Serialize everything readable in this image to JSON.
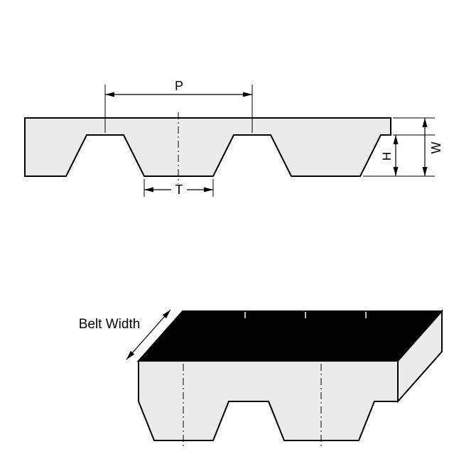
{
  "figure": {
    "labels": {
      "pitch": "P",
      "tooth_width": "T",
      "tooth_height": "H",
      "belt_thickness": "W",
      "belt_width": "Belt Width"
    },
    "colors": {
      "belt_fill": "#ebebeb",
      "top_face": "#000000",
      "line": "#000000",
      "background": "#ffffff"
    }
  }
}
